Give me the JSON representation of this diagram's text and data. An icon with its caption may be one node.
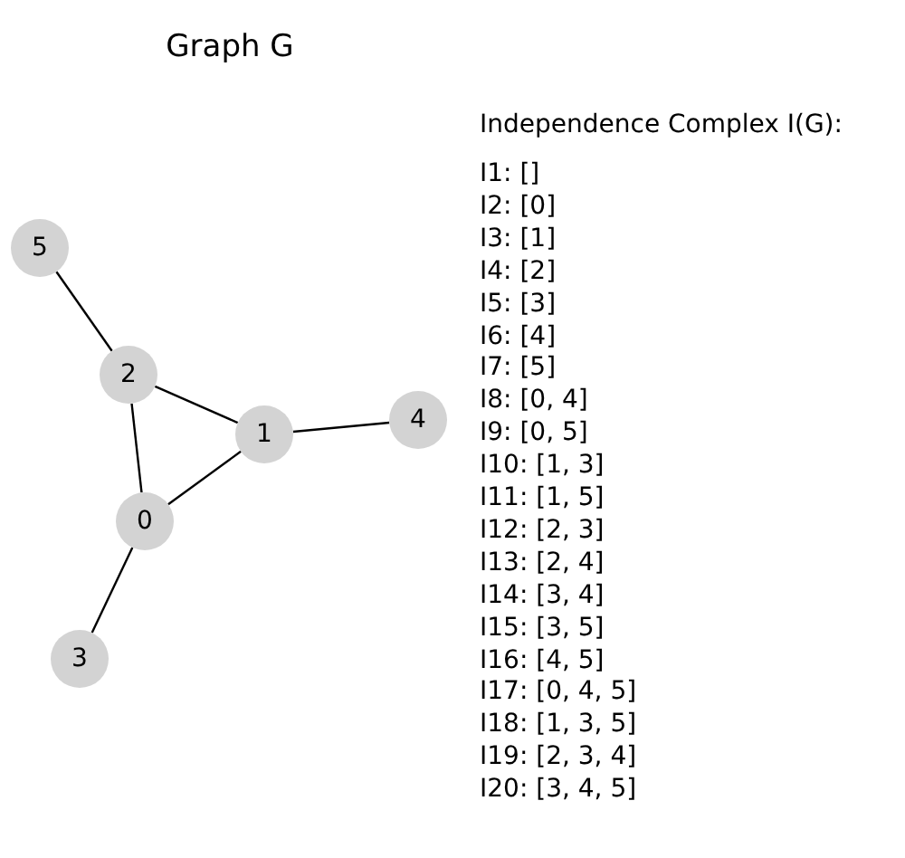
{
  "diagram": {
    "title": "Graph G",
    "nodes": [
      {
        "text": [
          "5"
        ]
      },
      {
        "text": [
          "2"
        ]
      },
      {
        "text": [
          "1"
        ]
      },
      {
        "text": [
          "4"
        ]
      },
      {
        "text": [
          "0"
        ]
      },
      {
        "text": [
          "3"
        ]
      }
    ],
    "edges": [
      {
        "from": 0,
        "to": 1,
        "arrow": "none"
      },
      {
        "from": 1,
        "to": 2,
        "arrow": "none"
      },
      {
        "from": 1,
        "to": 4,
        "arrow": "none"
      },
      {
        "from": 4,
        "to": 2,
        "arrow": "none"
      },
      {
        "from": 2,
        "to": 3,
        "arrow": "none"
      },
      {
        "from": 4,
        "to": 5,
        "arrow": "none"
      }
    ],
    "labels": [
      "Independence Complex I(G):",
      "I1: []",
      "I2: [0]",
      "I3: [1]",
      "I4: [2]",
      "I5: [3]",
      "I6: [4]",
      "I7: [5]",
      "I8: [0, 4]",
      "I9: [0, 5]",
      "I10: [1, 3]",
      "I11: [1, 5]",
      "I12: [2, 3]",
      "I13: [2, 4]",
      "I14: [3, 4]",
      "I15: [3, 5]",
      "I16: [4, 5]",
      "I17: [0, 4, 5]",
      "I18: [1, 3, 5]",
      "I19: [2, 3, 4]",
      "I20: [3, 4, 5]"
    ]
  }
}
